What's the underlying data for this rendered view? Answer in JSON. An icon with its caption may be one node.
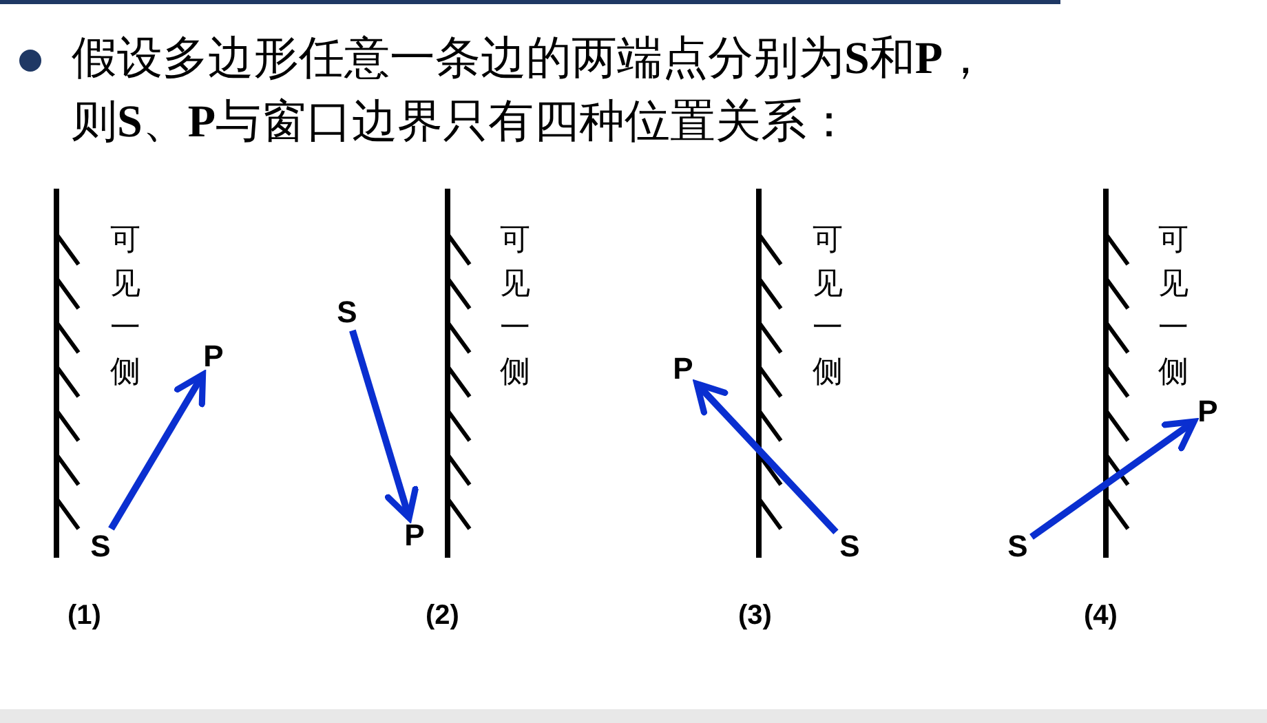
{
  "diagram": {
    "title": "假设多边形任意一条边的两端点分别为**S**和**P**，则**S**、**P**与窗口边界只有四种位置关系：",
    "nodes": [
      {
        "text": [
          "S"
        ]
      },
      {
        "text": [
          "P"
        ]
      },
      {
        "text": [
          "S"
        ]
      },
      {
        "text": [
          "P"
        ]
      },
      {
        "text": [
          "P"
        ]
      },
      {
        "text": [
          "S"
        ]
      },
      {
        "text": [
          "S"
        ]
      },
      {
        "text": [
          "P"
        ]
      }
    ],
    "edges": [
      {
        "from": 0,
        "to": 1,
        "arrow": "to"
      },
      {
        "from": 2,
        "to": 3,
        "arrow": "to"
      },
      {
        "from": 5,
        "to": 4,
        "arrow": "to"
      },
      {
        "from": 6,
        "to": 7,
        "arrow": "to"
      }
    ],
    "labels": [
      "可见一侧",
      "可见一侧",
      "可见一侧",
      "可见一侧",
      "(1)",
      "(2)",
      "(3)",
      "(4)"
    ]
  }
}
